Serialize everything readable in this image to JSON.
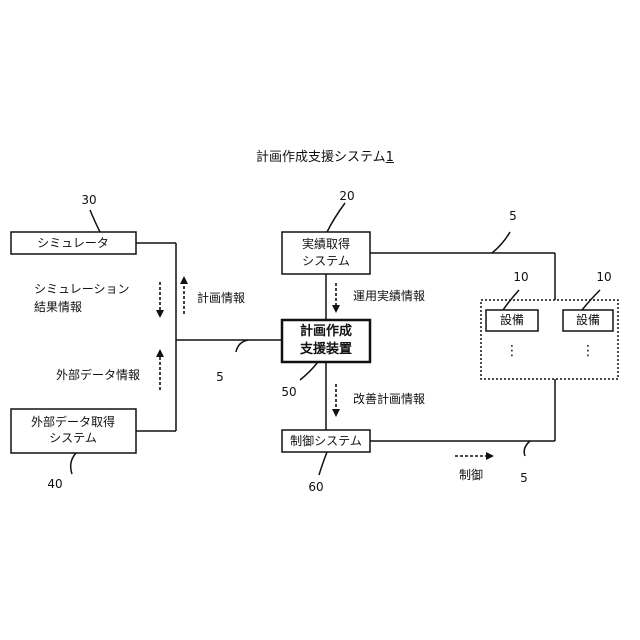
{
  "title": {
    "text": "計画作成支援システム",
    "ref": "1"
  },
  "boxes": {
    "simulator": {
      "label": "シミュレータ",
      "ref": "30"
    },
    "external_acq": {
      "line1": "外部データ取得",
      "line2": "システム",
      "ref": "40"
    },
    "results_acq": {
      "line1": "実績取得",
      "line2": "システム",
      "ref": "20"
    },
    "planner": {
      "line1": "計画作成",
      "line2": "支援装置",
      "ref": "50"
    },
    "control": {
      "label": "制御システム",
      "ref": "60"
    },
    "equipment_a": {
      "label": "設備",
      "ref": "10"
    },
    "equipment_b": {
      "label": "設備",
      "ref": "10"
    }
  },
  "flows": {
    "sim_results": {
      "line1": "シミュレーション",
      "line2": "結果情報"
    },
    "plan_info": "計画情報",
    "external_info": "外部データ情報",
    "operation_info": "運用実績情報",
    "improvement_info": "改善計画情報",
    "control": "制御"
  },
  "network_refs": {
    "left": "5",
    "top_right": "5",
    "bottom_right": "5"
  },
  "ellipsis": "⋮"
}
